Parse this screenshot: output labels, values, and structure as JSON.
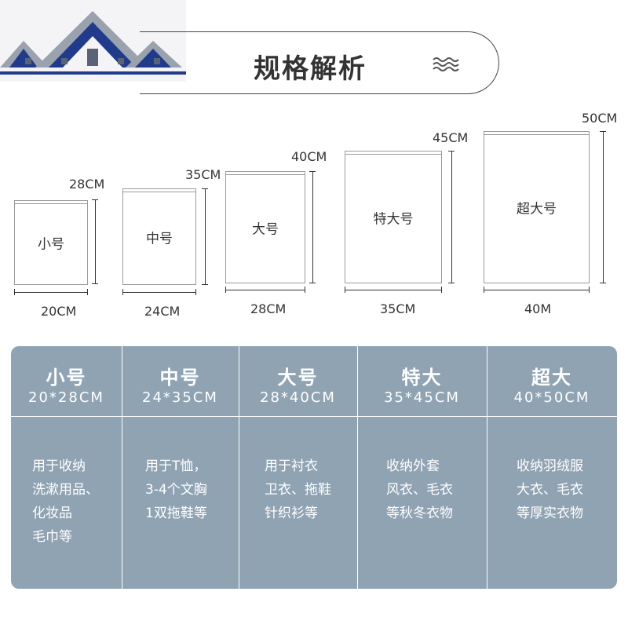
{
  "header": {
    "title": "规格解析"
  },
  "bags": [
    {
      "label": "小号",
      "height_label": "28CM",
      "width_label": "20CM"
    },
    {
      "label": "中号",
      "height_label": "35CM",
      "width_label": "24CM"
    },
    {
      "label": "大号",
      "height_label": "40CM",
      "width_label": "28CM"
    },
    {
      "label": "特大号",
      "height_label": "45CM",
      "width_label": "35CM"
    },
    {
      "label": "超大号",
      "height_label": "50CM",
      "width_label": "40M"
    }
  ],
  "table": {
    "columns": [
      {
        "name": "小号",
        "size": "20*28CM",
        "desc": [
          "用于收纳",
          "洗漱用品、",
          "化妆品",
          "毛巾等"
        ]
      },
      {
        "name": "中号",
        "size": "24*35CM",
        "desc": [
          "用于T恤，",
          "3-4个文胸",
          "1双拖鞋等"
        ]
      },
      {
        "name": "大号",
        "size": "28*40CM",
        "desc": [
          "用于衬衣",
          "卫衣、拖鞋",
          "针织衫等"
        ]
      },
      {
        "name": "特大",
        "size": "35*45CM",
        "desc": [
          "收纳外套",
          "风衣、毛衣",
          "等秋冬衣物"
        ]
      },
      {
        "name": "超大",
        "size": "40*50CM",
        "desc": [
          "收纳羽绒服",
          "大衣、毛衣",
          "等厚实衣物"
        ]
      }
    ]
  },
  "colors": {
    "table_bg": "#8fa3b3",
    "logo_roof": "#1f3a8a",
    "text": "#333333"
  },
  "icons": {
    "logo": "house-roof-logo",
    "wave": "wave-icon"
  }
}
